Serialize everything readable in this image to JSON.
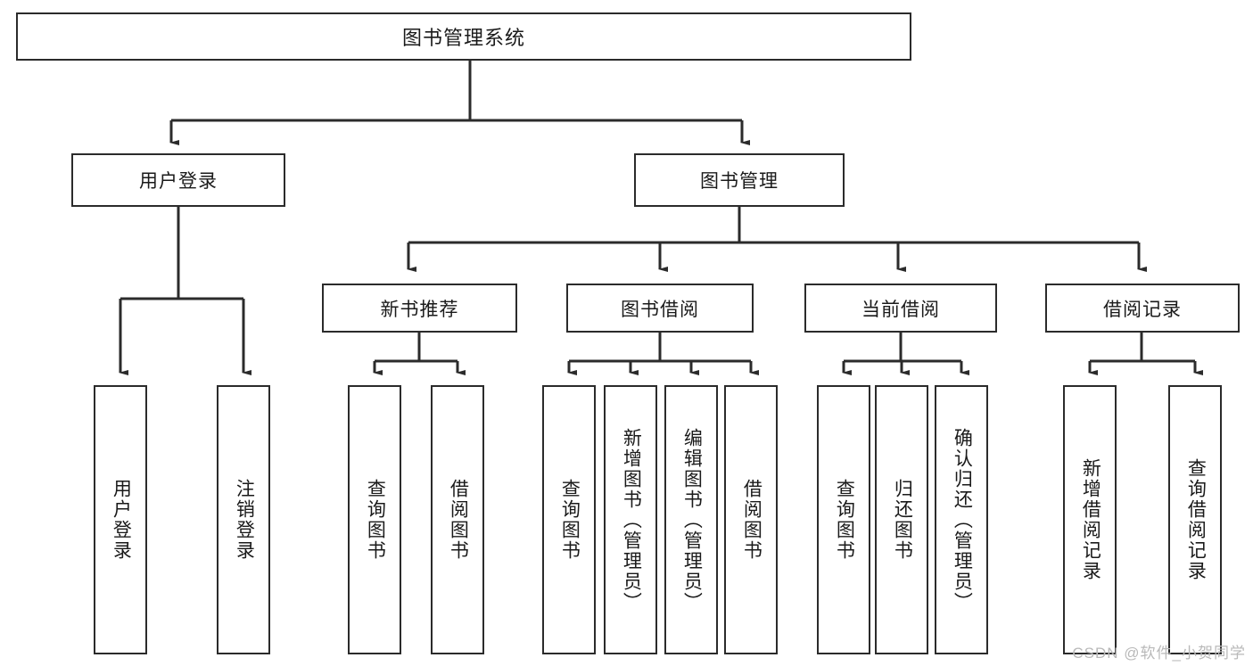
{
  "diagram": {
    "title": "图书管理系统",
    "watermark": "CSDN @软件_小贺同学",
    "type": "tree-hierarchy",
    "colors": {
      "stroke": "#2b2b2b",
      "fill": "#ffffff",
      "text": "#1a1a1a",
      "watermark": "#b9b9b9"
    },
    "root": {
      "label": "图书管理系统"
    },
    "level2": [
      {
        "label": "用户登录"
      },
      {
        "label": "图书管理"
      }
    ],
    "level3": [
      {
        "label": "新书推荐"
      },
      {
        "label": "图书借阅"
      },
      {
        "label": "当前借阅"
      },
      {
        "label": "借阅记录"
      }
    ],
    "leaves": {
      "user_login": [
        {
          "label": "用户登录"
        },
        {
          "label": "注销登录"
        }
      ],
      "new_book": [
        {
          "label": "查询图书"
        },
        {
          "label": "借阅图书"
        }
      ],
      "borrow_book": [
        {
          "label": "查询图书"
        },
        {
          "label": "新增图书（管理员）"
        },
        {
          "label": "编辑图书（管理员）"
        },
        {
          "label": "借阅图书"
        }
      ],
      "current_borrow": [
        {
          "label": "查询图书"
        },
        {
          "label": "归还图书"
        },
        {
          "label": "确认归还（管理员）"
        }
      ],
      "borrow_record": [
        {
          "label": "新增借阅记录"
        },
        {
          "label": "查询借阅记录"
        }
      ]
    }
  }
}
